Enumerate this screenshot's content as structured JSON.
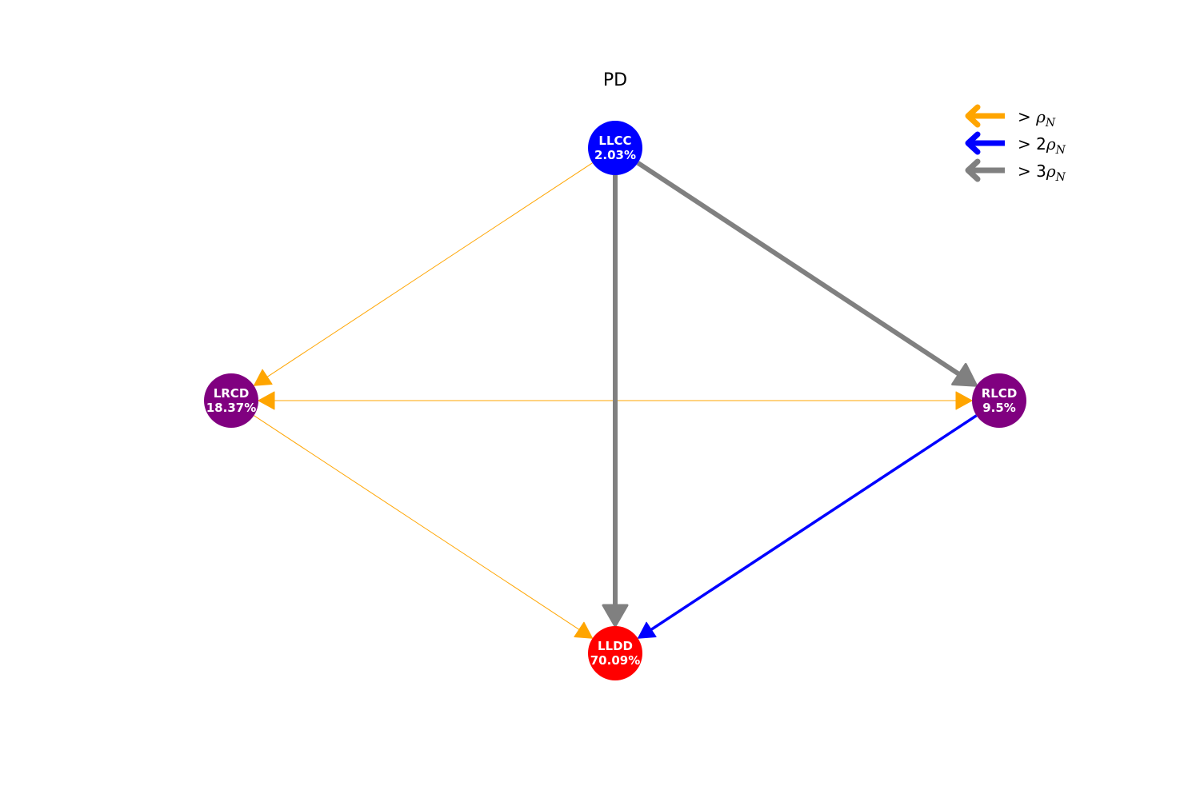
{
  "title": "PD",
  "colors": {
    "level1": "#FFA500",
    "level2": "#0000FF",
    "level3": "#808080"
  },
  "nodes": [
    {
      "id": "LLCC",
      "label": "LLCC",
      "value": "2.03%",
      "color": "#0000FF"
    },
    {
      "id": "LRCD",
      "label": "LRCD",
      "value": "18.37%",
      "color": "#800080"
    },
    {
      "id": "RLCD",
      "label": "RLCD",
      "value": "9.5%",
      "color": "#800080"
    },
    {
      "id": "LLDD",
      "label": "LLDD",
      "value": "70.09%",
      "color": "#FF0000"
    }
  ],
  "edges": [
    {
      "from": "LLCC",
      "to": "LRCD",
      "level": 1
    },
    {
      "from": "RLCD",
      "to": "LRCD",
      "level": 1
    },
    {
      "from": "LRCD",
      "to": "RLCD",
      "level": 1
    },
    {
      "from": "LRCD",
      "to": "LLDD",
      "level": 1
    },
    {
      "from": "LLCC",
      "to": "RLCD",
      "level": 3
    },
    {
      "from": "LLCC",
      "to": "LLDD",
      "level": 3
    },
    {
      "from": "RLCD",
      "to": "LLDD",
      "level": 2
    }
  ],
  "legend": [
    {
      "level": 1,
      "prefix": "> ",
      "multiplier": "",
      "symbol": "ρ",
      "subscript": "N"
    },
    {
      "level": 2,
      "prefix": "> ",
      "multiplier": "2",
      "symbol": "ρ",
      "subscript": "N"
    },
    {
      "level": 3,
      "prefix": "> ",
      "multiplier": "3",
      "symbol": "ρ",
      "subscript": "N"
    }
  ]
}
